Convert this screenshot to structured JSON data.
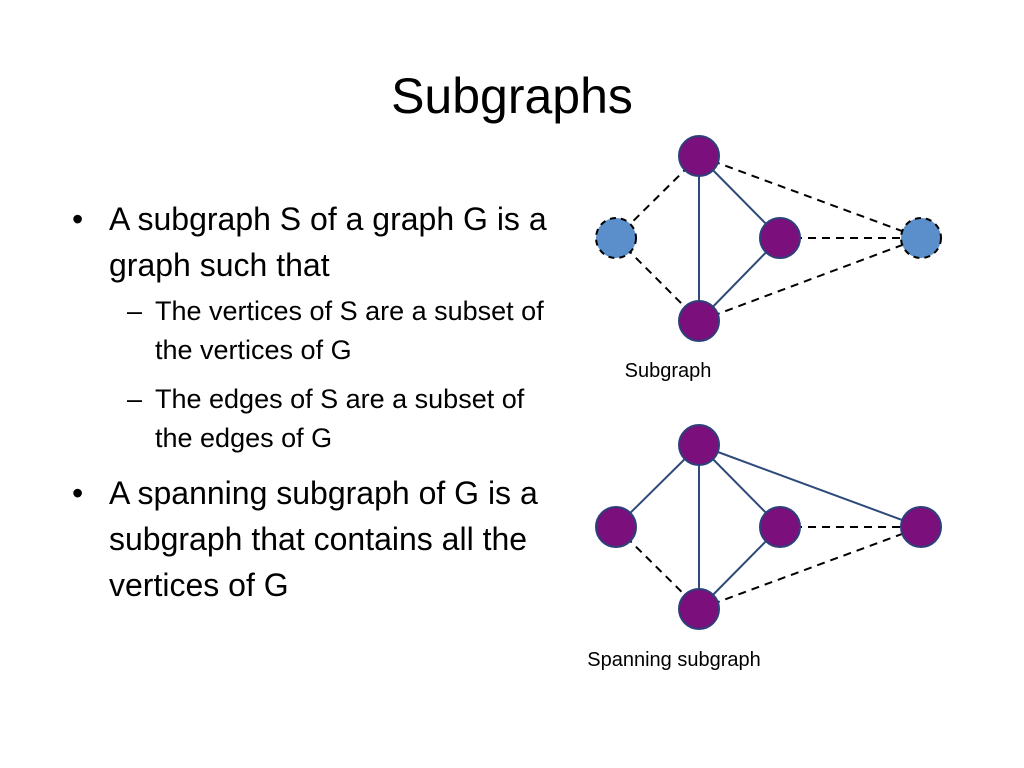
{
  "slide": {
    "title": "Subgraphs"
  },
  "bullets": [
    {
      "mark": "•",
      "text": "A subgraph S of a graph G is a graph such that",
      "subbullets": [
        {
          "mark": "–",
          "text": "The vertices of S are a subset of the vertices of G"
        },
        {
          "mark": "–",
          "text": "The edges of S are a subset of the edges of G"
        }
      ]
    },
    {
      "mark": "•",
      "text": "A spanning subgraph of G is a subgraph that contains all the vertices of G"
    }
  ],
  "diagrams": {
    "subgraph": {
      "caption": "Subgraph"
    },
    "spanning": {
      "caption": "Spanning subgraph"
    }
  },
  "colors": {
    "included_vertex": "#7b0f7b",
    "excluded_vertex": "#5b8fcc",
    "vertex_stroke": "#2e3f7a",
    "edge": "#2e4a7a",
    "dashed_edge": "#000000"
  }
}
